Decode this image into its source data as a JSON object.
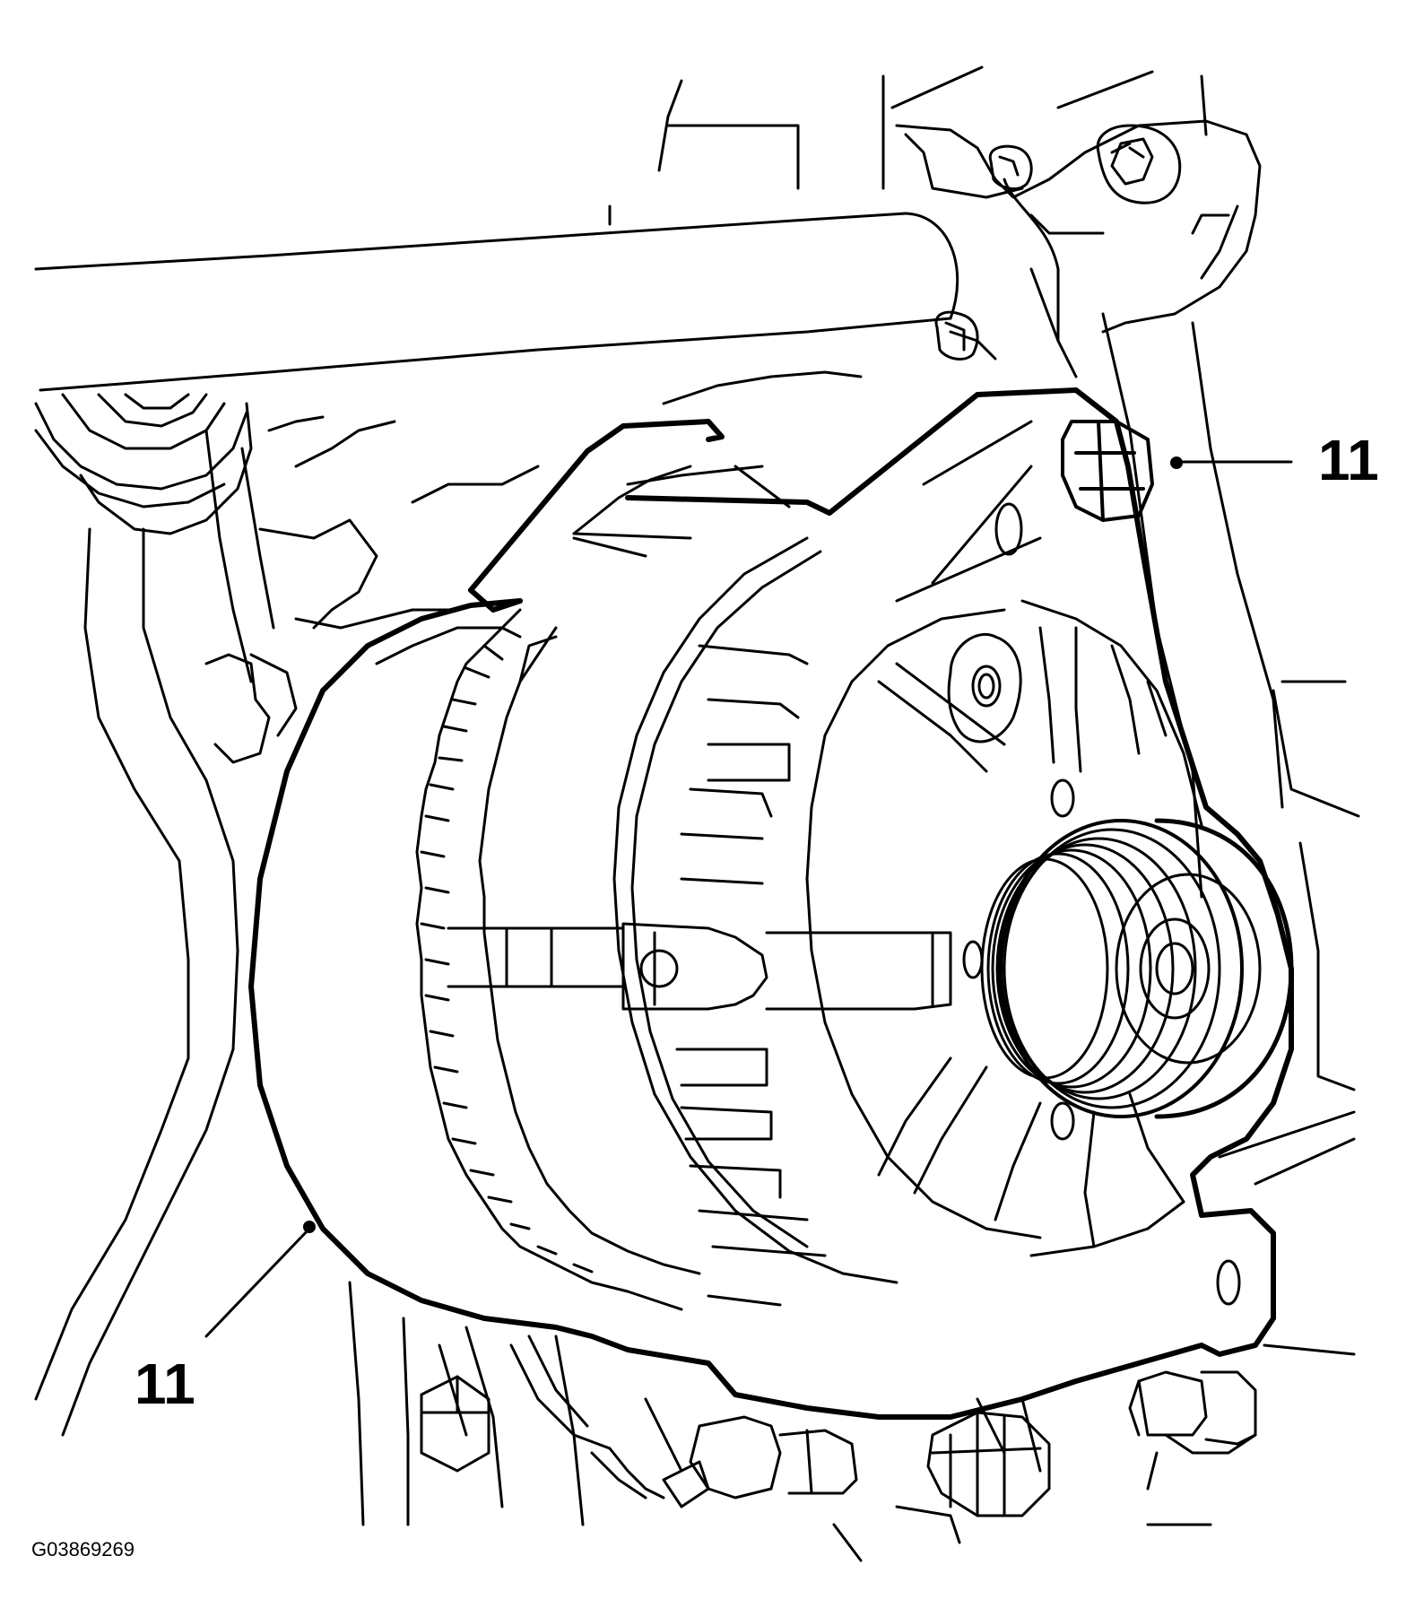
{
  "callouts": [
    {
      "text": "11"
    },
    {
      "text": "11"
    }
  ],
  "figure_code": "G03869269",
  "colors": {
    "ink": "#000000",
    "paper": "#ffffff"
  }
}
